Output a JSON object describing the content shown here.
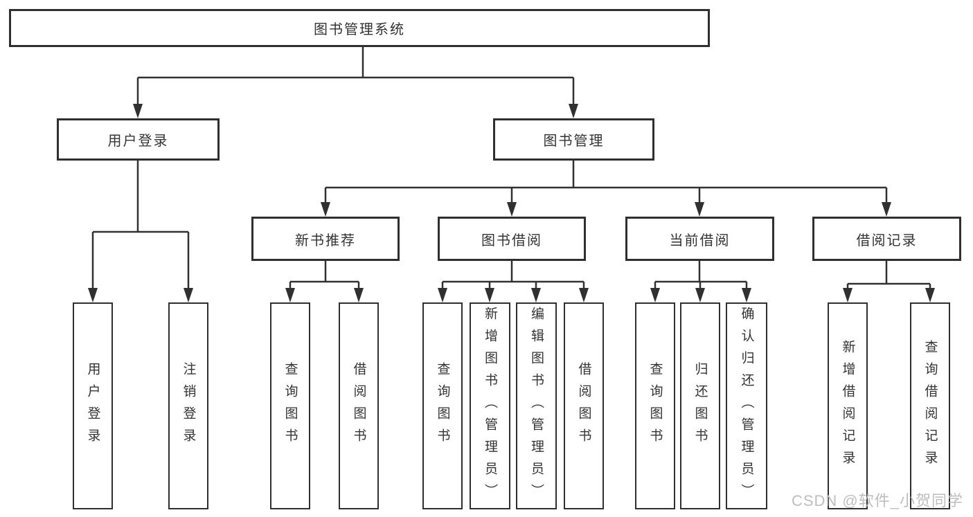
{
  "colors": {
    "line": "#303030",
    "box_border": "#2f2f2f",
    "text": "#333333",
    "watermark": "#bababa",
    "background": "#ffffff"
  },
  "nodes": {
    "root": "图书管理系统",
    "login": {
      "label": "用户登录",
      "leaves": [
        "用户登录",
        "注销登录"
      ]
    },
    "management": {
      "label": "图书管理",
      "groups": [
        {
          "label": "新书推荐",
          "leaves": [
            "查询图书",
            "借阅图书"
          ]
        },
        {
          "label": "图书借阅",
          "leaves": [
            "查询图书",
            "新增图书（管理员）",
            "编辑图书（管理员）",
            "借阅图书"
          ]
        },
        {
          "label": "当前借阅",
          "leaves": [
            "查询图书",
            "归还图书",
            "确认归还（管理员）"
          ]
        },
        {
          "label": "借阅记录",
          "leaves": [
            "新增借阅记录",
            "查询借阅记录"
          ]
        }
      ]
    }
  },
  "watermark": "CSDN @软件_小贺同学"
}
